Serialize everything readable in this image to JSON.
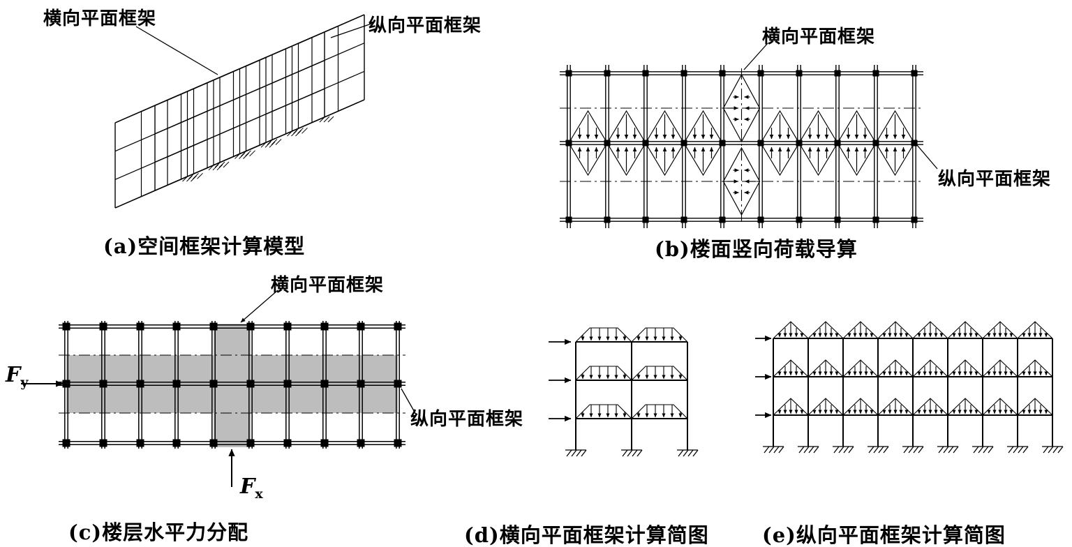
{
  "colors": {
    "ink": "#000000",
    "shade": "#bdbdbd",
    "background": "#ffffff"
  },
  "panel_a": {
    "caption": "(a)空间框架计算模型",
    "label_transverse": "横向平面框架",
    "label_longitudinal": "纵向平面框架"
  },
  "panel_b": {
    "caption": "(b)楼面竖向荷载导算",
    "label_transverse": "横向平面框架",
    "label_longitudinal": "纵向平面框架"
  },
  "panel_c": {
    "caption": "(c)楼层水平力分配",
    "label_transverse": "横向平面框架",
    "label_longitudinal": "纵向平面框架",
    "force_y": {
      "symbol": "F",
      "subscript": "y"
    },
    "force_x": {
      "symbol": "F",
      "subscript": "x"
    }
  },
  "panel_d": {
    "caption": "(d)横向平面框架计算简图"
  },
  "panel_e": {
    "caption": "(e)纵向平面框架计算简图"
  }
}
